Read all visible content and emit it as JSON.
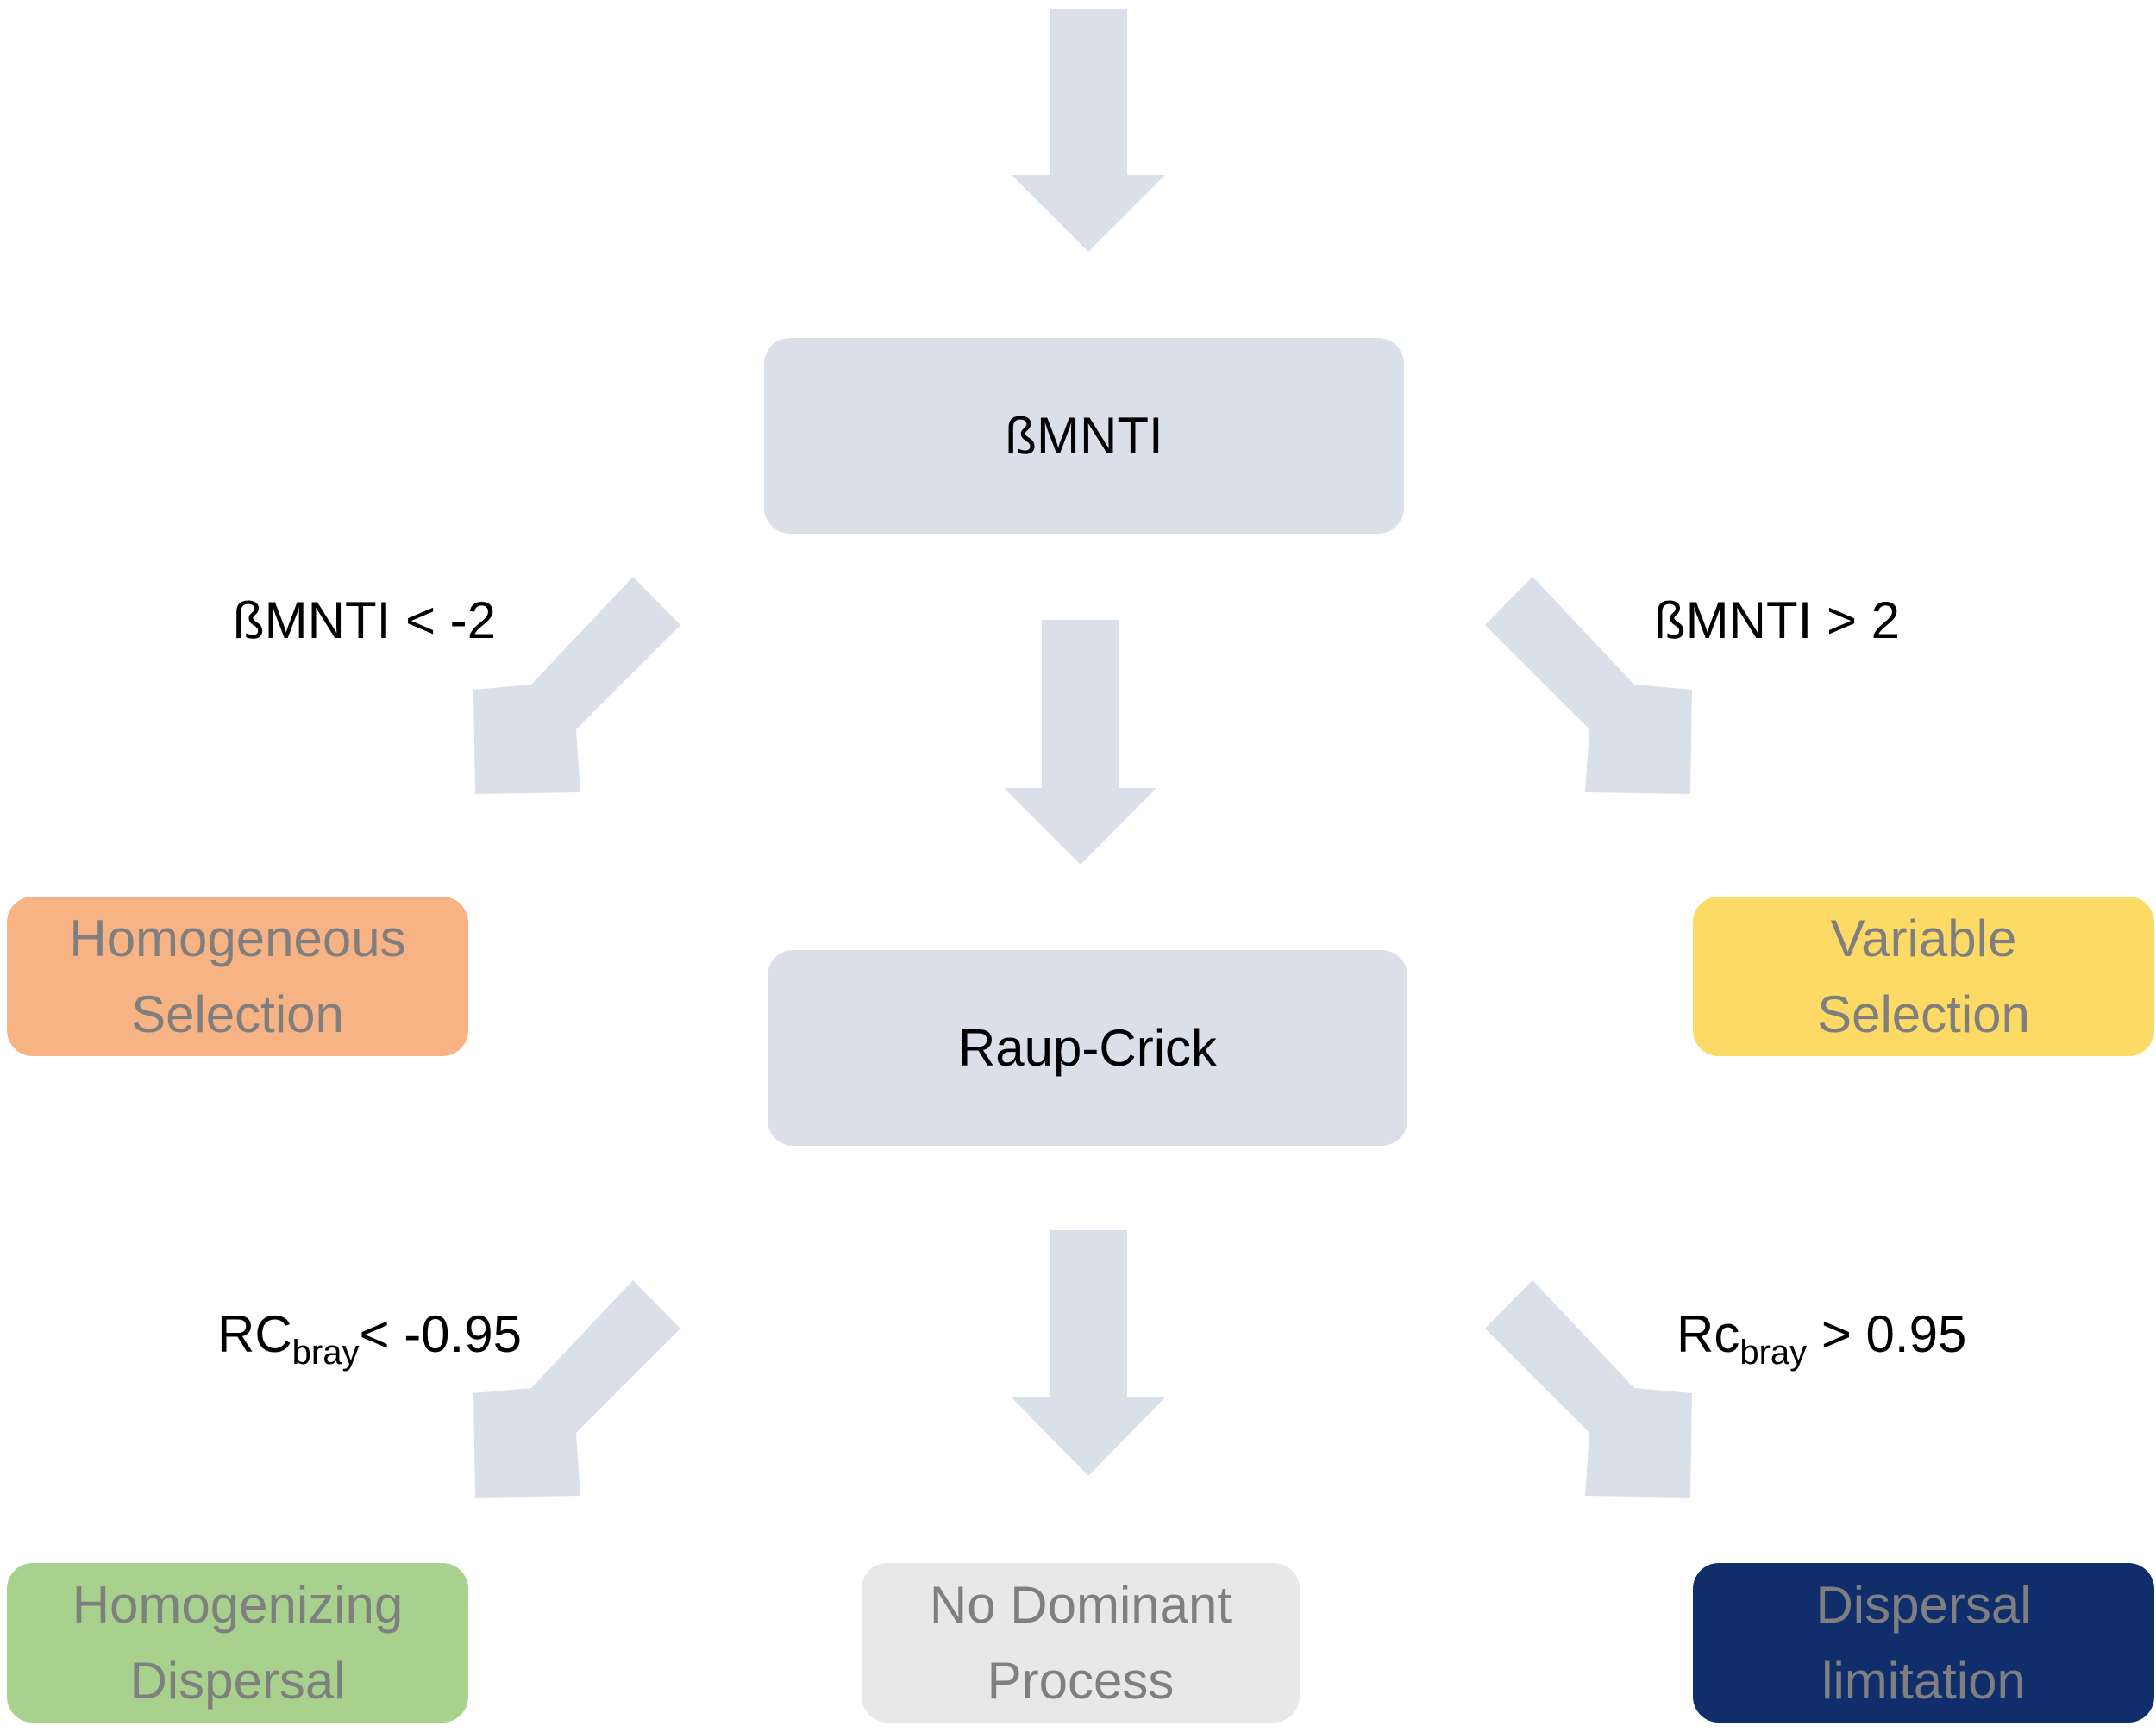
{
  "colors": {
    "arrow": "#d9e0e9",
    "decision_box": "#d9e0e9",
    "homogeneous_selection": "#f8b385",
    "variable_selection": "#fdd966",
    "homogenizing_dispersal": "#a9d18e",
    "no_dominant_process": "#e8e8e8",
    "dispersal_limitation": "#0f2e6b",
    "decision_text": "#000000",
    "outcome_text": "#7f7f7f"
  },
  "nodes": {
    "bmnti": {
      "label": "ßMNTI"
    },
    "raup_crick": {
      "label": "Raup-Crick"
    },
    "homogeneous_selection": {
      "line1": "Homogeneous",
      "line2": "Selection"
    },
    "variable_selection": {
      "line1": "Variable",
      "line2": "Selection"
    },
    "homogenizing_dispersal": {
      "line1": "Homogenizing",
      "line2": "Dispersal"
    },
    "no_dominant_process": {
      "line1": "No Dominant",
      "line2": "Process"
    },
    "dispersal_limitation": {
      "line1": "Dispersal",
      "line2": "limitation"
    }
  },
  "conditions": {
    "bmnti_low": {
      "text": "ßMNTI < -2"
    },
    "bmnti_high": {
      "text": "ßMNTI > 2"
    },
    "rc_low": {
      "base": "RC",
      "sub": "bray",
      "rest": "< -0.95"
    },
    "rc_high": {
      "base": "Rc",
      "sub": "bray",
      "rest": " > 0.95"
    }
  }
}
